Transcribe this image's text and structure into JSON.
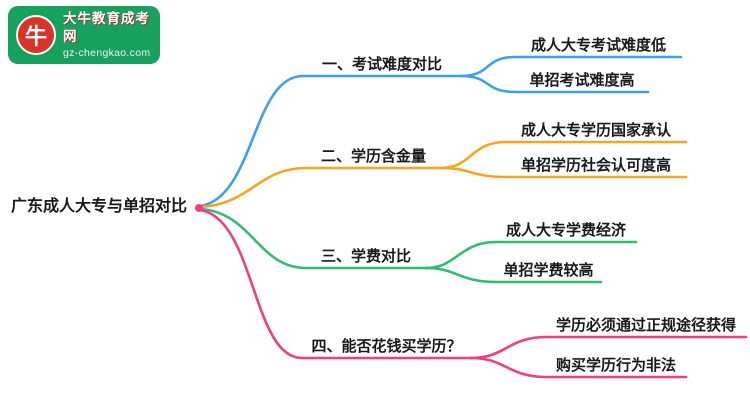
{
  "logo": {
    "name": "大牛教育成考网",
    "domain": "gz-chengkao.com",
    "bg_color": "#18A05F",
    "icon": "cow-mascot-icon"
  },
  "root": {
    "label": "广东成人大专与单招对比"
  },
  "branches": [
    {
      "label": "一、考试难度对比",
      "color": "#3D9FEF",
      "children": [
        "成人大专考试难度低",
        "单招考试难度高"
      ]
    },
    {
      "label": "二、学历含金量",
      "color": "#F5A524",
      "children": [
        "成人大专学历国家承认",
        "单招学历社会认可度高"
      ]
    },
    {
      "label": "三、学费对比",
      "color": "#2EBE6E",
      "children": [
        "成人大专学费经济",
        "单招学费较高"
      ]
    },
    {
      "label": "四、能否花钱买学历？",
      "color": "#EF3F7C",
      "children": [
        "学历必须通过正规途径获得",
        "购买学历行为非法"
      ]
    }
  ]
}
